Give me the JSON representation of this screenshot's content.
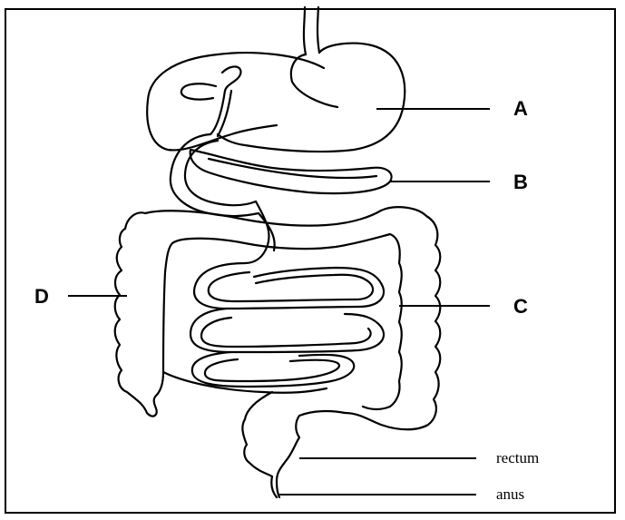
{
  "diagram": {
    "labels": {
      "a": "A",
      "b": "B",
      "c": "C",
      "d": "D",
      "rectum": "rectum",
      "anus": "anus"
    },
    "colors": {
      "line": "#000000",
      "background": "#ffffff"
    }
  }
}
